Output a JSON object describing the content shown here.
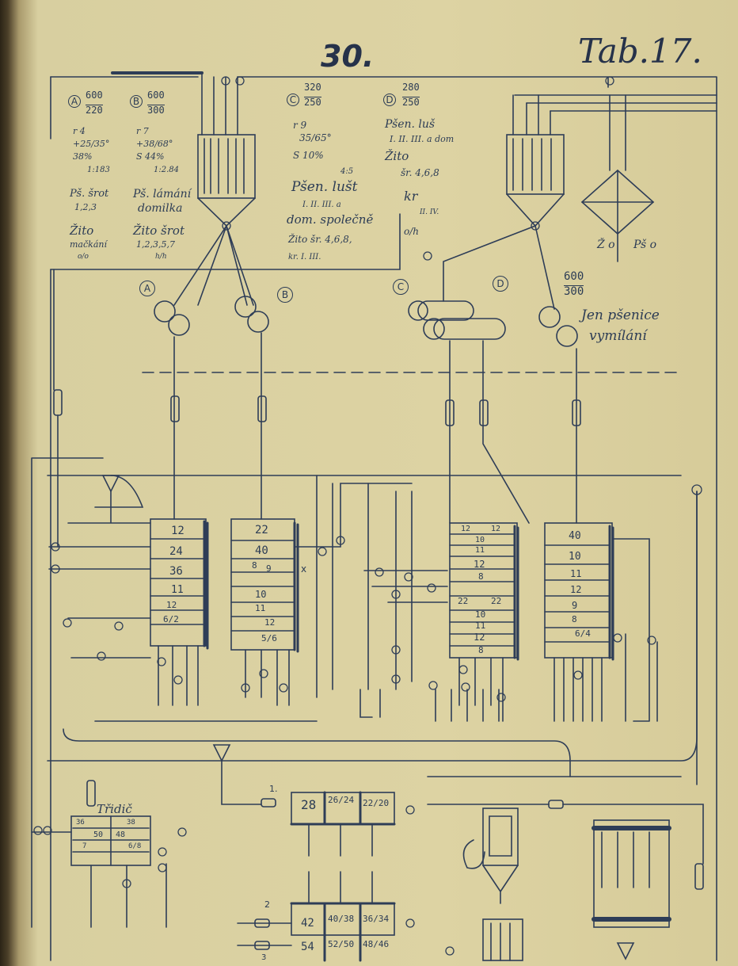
{
  "page": {
    "number": "30.",
    "table_ref": "Tab.17."
  },
  "legend": {
    "A": {
      "letter": "A",
      "fraction_top": "600",
      "fraction_bottom": "220",
      "lines": [
        "r 4",
        "+25/35°",
        "38%",
        "1:183",
        "Pš. šrot",
        "1,2,3",
        "Žito",
        "mačkání",
        "o/o"
      ]
    },
    "B": {
      "letter": "B",
      "fraction_top": "600",
      "fraction_bottom": "300",
      "lines": [
        "r 7",
        "+38/68°",
        "S 44%",
        "1:2.84",
        "Pš. lámání",
        "domilka",
        "Žito šrot",
        "1,2,3,5,7",
        "h/h"
      ]
    },
    "C": {
      "letter": "C",
      "fraction_top": "320",
      "fraction_bottom": "250",
      "lines": [
        "r 9",
        "35/65°",
        "S 10%",
        "4:5",
        "Pšen. lušt",
        "I. II. III. a",
        "dom. společně",
        "Žito šr. 4,6,8,",
        "kr. I. III."
      ]
    },
    "D": {
      "letter": "D",
      "fraction_top": "280",
      "fraction_bottom": "250",
      "lines": [
        "Pšen. luš",
        "I. II. III. a dom",
        "Žito",
        "šr. 4,6,8",
        "kr",
        "II. IV.",
        "o/h"
      ]
    }
  },
  "diagram": {
    "mill_labels": [
      "A",
      "B",
      "C",
      "D"
    ],
    "right_fraction_top": "600",
    "right_fraction_bottom": "300",
    "right_note_line1": "Jen pšenice",
    "right_note_line2": "vymílání",
    "heap_left": "Ž o",
    "heap_right": "Pš o",
    "sifter1": [
      "12",
      "24",
      "36",
      "11",
      "12",
      "6/2"
    ],
    "sifter2": [
      "22",
      "40",
      "8",
      "9",
      "10",
      "11",
      "12",
      "5/6"
    ],
    "sifter3": [
      "12",
      "12",
      "10",
      "11",
      "12",
      "8",
      "22",
      "22",
      "10",
      "11",
      "12",
      "8"
    ],
    "sifter4": [
      "40",
      "10",
      "11",
      "12",
      "9",
      "8",
      "6/4"
    ],
    "sifter2_mark": "x",
    "sorter_title": "Třidič",
    "sorter_cells": [
      "36",
      "38",
      "50",
      "48",
      "7",
      "6/8"
    ],
    "purifier1_label": "1.",
    "purifier1_cells": [
      "28",
      "26/24",
      "22/20"
    ],
    "purifier2_label": "2",
    "purifier2_cells": [
      "42",
      "40/38",
      "36/34"
    ],
    "purifier3_label": "3",
    "purifier3_cells": [
      "54",
      "52/50",
      "48/46"
    ]
  },
  "colors": {
    "paper": "#d9cf9f",
    "ink": "#2c3c55"
  }
}
